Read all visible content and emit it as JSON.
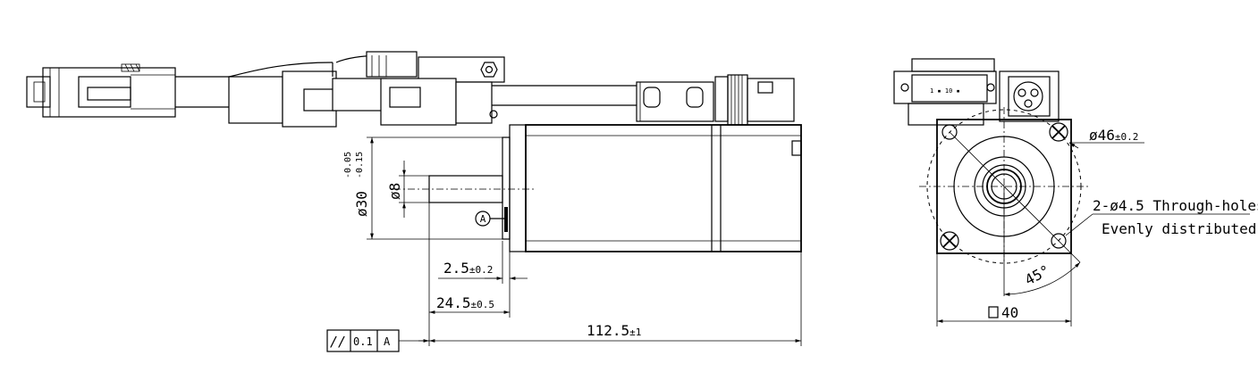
{
  "dimensions": {
    "shaft_diameter": "ø8",
    "flange_diameter": "ø30",
    "flange_tol_upper": "-0.05",
    "flange_tol_lower": "-0.15",
    "shaft_offset": "2.5",
    "shaft_offset_tol": "±0.2",
    "shaft_length": "24.5",
    "shaft_length_tol": "±0.5",
    "total_length": "112.5",
    "total_length_tol": "±1",
    "bolt_circle": "ø46",
    "bolt_circle_tol": "±0.2",
    "mounting_holes": "2-ø4.5 Through-holes",
    "mounting_holes_note": "Evenly distributed",
    "angle": "45°",
    "frame_size": "40"
  },
  "datum": {
    "label": "A"
  },
  "tolerance_frame": {
    "symbol": "//",
    "value": "0.1",
    "datum": "A"
  }
}
